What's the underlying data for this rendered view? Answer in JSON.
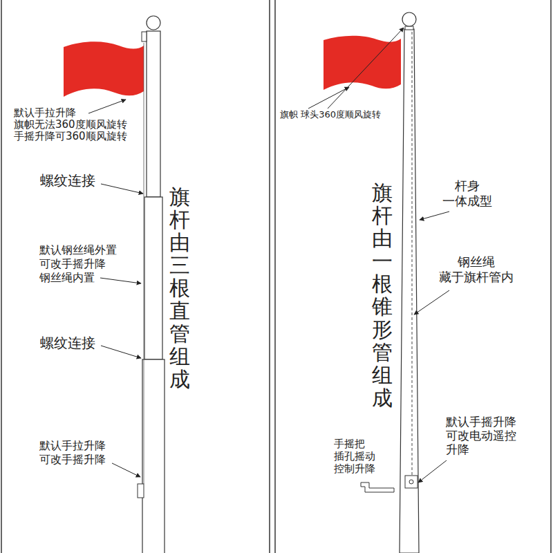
{
  "diagram": {
    "labels": [
      "默认手拉升降 旗帜无法360度顺风旋转 手摇升降可360顺风旋转",
      "螺纹连接",
      "默认钢丝绳外置 可改手摇升降 钢丝绳内置",
      "螺纹连接",
      "默认手拉升降 可改手摇升降",
      "旗杆由三根直管组成",
      "旗帜 球头360度顺风旋转",
      "旗杆由一根锥形管组成",
      "杆身 一体成型",
      "钢丝绳 藏于旗杆管内",
      "默认手摇升降 可改电动遥控 升降",
      "手摇把 插孔摇动 控制升降"
    ]
  }
}
